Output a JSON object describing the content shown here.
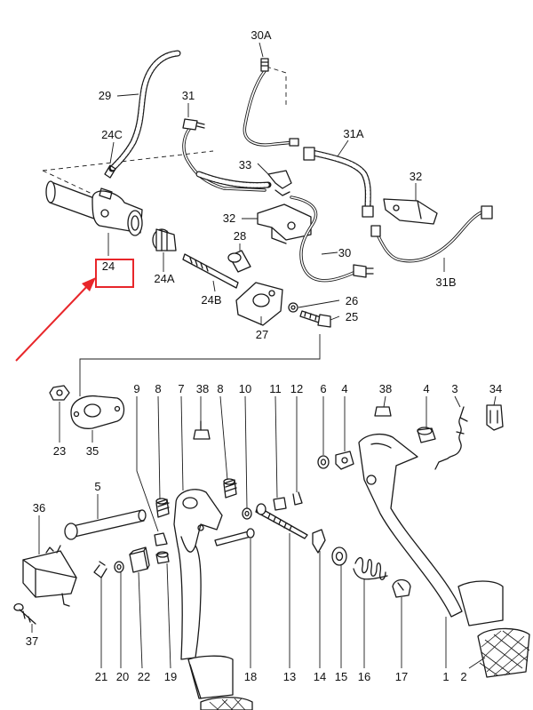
{
  "highlight": {
    "color": "#e8262a"
  },
  "callouts": [
    {
      "id": "c-1",
      "text": "1"
    },
    {
      "id": "c-2",
      "text": "2"
    },
    {
      "id": "c-3",
      "text": "3"
    },
    {
      "id": "c-4a",
      "text": "4"
    },
    {
      "id": "c-4b",
      "text": "4"
    },
    {
      "id": "c-5",
      "text": "5"
    },
    {
      "id": "c-6",
      "text": "6"
    },
    {
      "id": "c-7",
      "text": "7"
    },
    {
      "id": "c-8a",
      "text": "8"
    },
    {
      "id": "c-8b",
      "text": "8"
    },
    {
      "id": "c-9",
      "text": "9"
    },
    {
      "id": "c-10",
      "text": "10"
    },
    {
      "id": "c-11",
      "text": "11"
    },
    {
      "id": "c-12",
      "text": "12"
    },
    {
      "id": "c-13",
      "text": "13"
    },
    {
      "id": "c-14",
      "text": "14"
    },
    {
      "id": "c-15",
      "text": "15"
    },
    {
      "id": "c-16",
      "text": "16"
    },
    {
      "id": "c-17",
      "text": "17"
    },
    {
      "id": "c-18",
      "text": "18"
    },
    {
      "id": "c-19",
      "text": "19"
    },
    {
      "id": "c-20",
      "text": "20"
    },
    {
      "id": "c-21",
      "text": "21"
    },
    {
      "id": "c-22",
      "text": "22"
    },
    {
      "id": "c-23",
      "text": "23"
    },
    {
      "id": "c-24",
      "text": "24"
    },
    {
      "id": "c-24a",
      "text": "24A"
    },
    {
      "id": "c-24b",
      "text": "24B"
    },
    {
      "id": "c-24c",
      "text": "24C"
    },
    {
      "id": "c-25",
      "text": "25"
    },
    {
      "id": "c-26",
      "text": "26"
    },
    {
      "id": "c-27",
      "text": "27"
    },
    {
      "id": "c-28",
      "text": "28"
    },
    {
      "id": "c-29",
      "text": "29"
    },
    {
      "id": "c-30",
      "text": "30"
    },
    {
      "id": "c-30a",
      "text": "30A"
    },
    {
      "id": "c-31",
      "text": "31"
    },
    {
      "id": "c-31a",
      "text": "31A"
    },
    {
      "id": "c-31b",
      "text": "31B"
    },
    {
      "id": "c-32a",
      "text": "32"
    },
    {
      "id": "c-32b",
      "text": "32"
    },
    {
      "id": "c-33",
      "text": "33"
    },
    {
      "id": "c-34",
      "text": "34"
    },
    {
      "id": "c-35",
      "text": "35"
    },
    {
      "id": "c-36",
      "text": "36"
    },
    {
      "id": "c-37",
      "text": "37"
    },
    {
      "id": "c-38a",
      "text": "38"
    },
    {
      "id": "c-38b",
      "text": "38"
    }
  ]
}
